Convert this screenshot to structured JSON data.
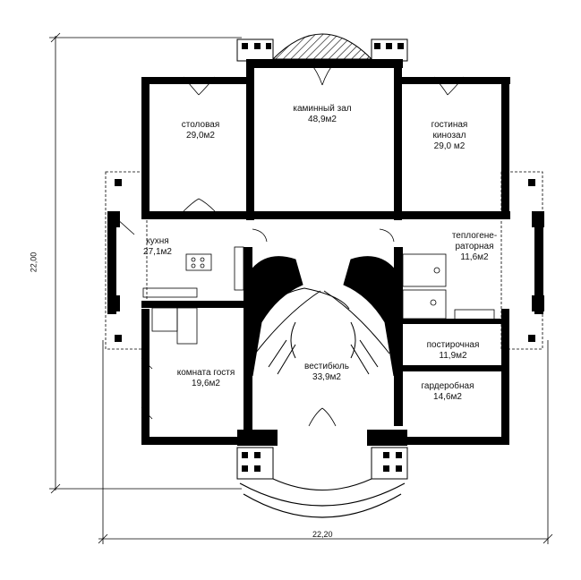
{
  "dimensions": {
    "width": "22,20",
    "height": "22,00"
  },
  "rooms": {
    "fireplace_hall": {
      "name": "каминный зал",
      "area": "48,9м2"
    },
    "dining": {
      "name": "столовая",
      "area": "29,0м2"
    },
    "living": {
      "name": "гостиная",
      "name2": "кинозал",
      "area": "29,0 м2"
    },
    "kitchen": {
      "name": "кухня",
      "area": "27,1м2"
    },
    "boiler": {
      "name": "теплогене-",
      "name2": "раторная",
      "area": "11,6м2"
    },
    "laundry": {
      "name": "постирочная",
      "area": "11,9м2"
    },
    "guest": {
      "name": "комната гостя",
      "area": "19,6м2"
    },
    "vestibule": {
      "name": "вестибюль",
      "area": "33,9м2"
    },
    "wardrobe": {
      "name": "гардеробная",
      "area": "14,6м2"
    }
  },
  "colors": {
    "wall": "#000000",
    "line": "#111111",
    "background": "#ffffff"
  }
}
